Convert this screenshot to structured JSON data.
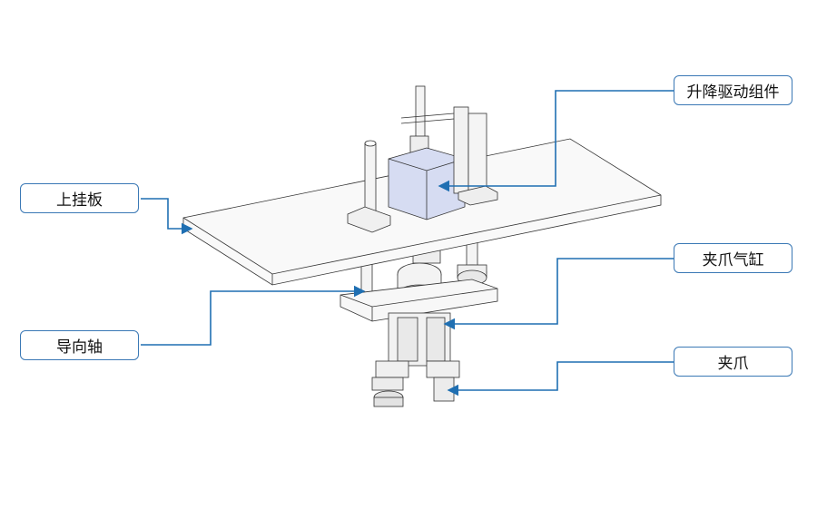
{
  "callouts": {
    "lift_drive": "升降驱动组件",
    "upper_plate": "上挂板",
    "gripper_cylinder": "夹爪气缸",
    "guide_shaft": "导向轴",
    "gripper": "夹爪"
  },
  "colors": {
    "leader": "#1f6fb2",
    "box_border": "#3a78b5",
    "motor_fill": "#d6dcf2"
  }
}
